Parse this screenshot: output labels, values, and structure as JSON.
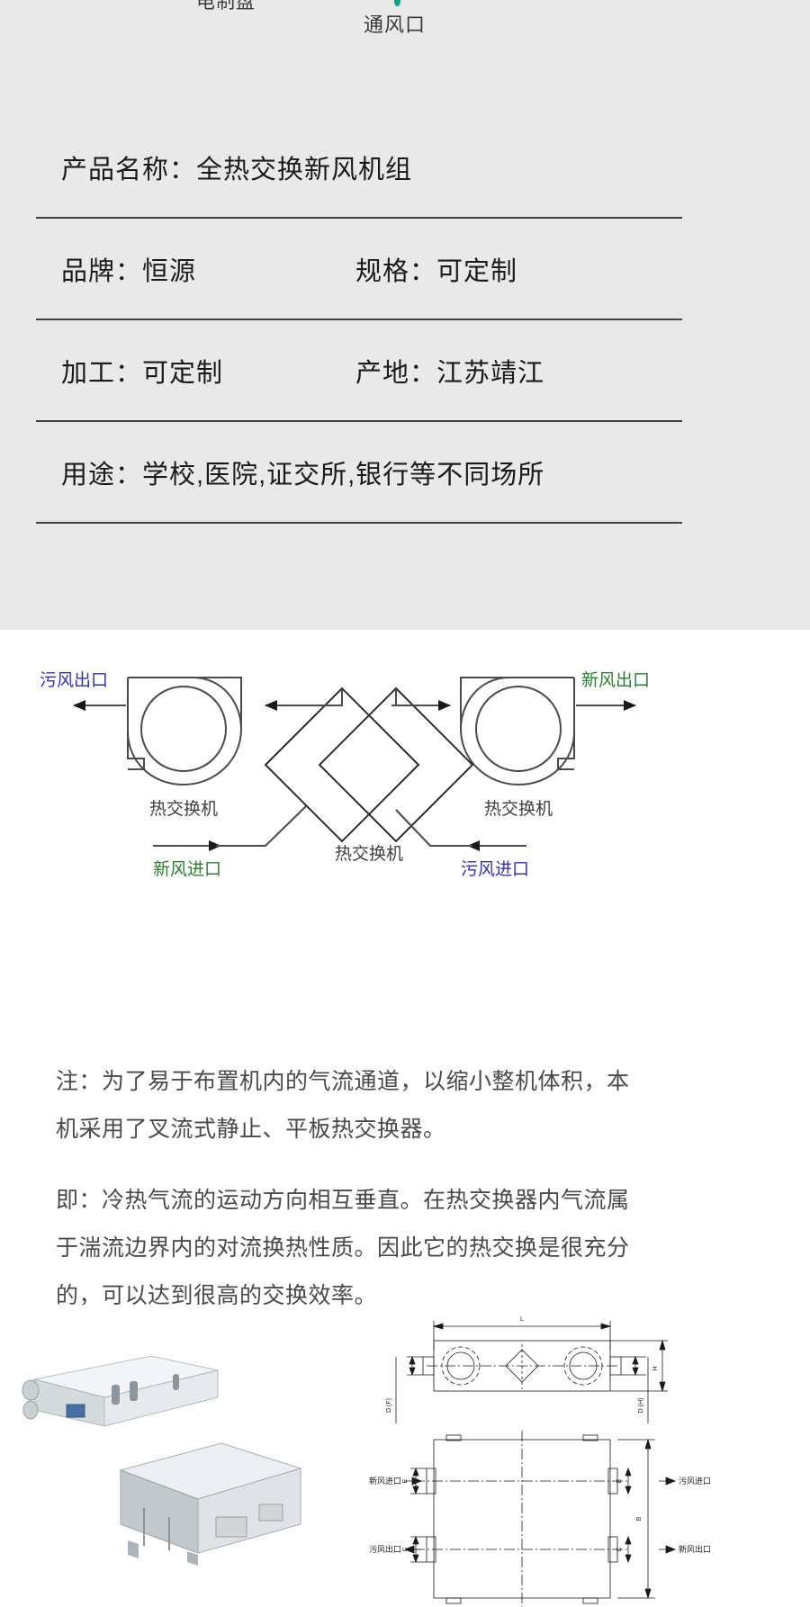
{
  "top": {
    "clipped_label": "电制盘",
    "vent_label": "通风口",
    "vent_dot_color": "#10a37f"
  },
  "spec": {
    "rows": [
      {
        "left_label": "产品名称：",
        "left_value": "全热交换新风机组",
        "right_label": "",
        "right_value": "",
        "full": true
      },
      {
        "left_label": "品牌：",
        "left_value": "恒源",
        "right_label": "规格：",
        "right_value": "可定制",
        "full": false
      },
      {
        "left_label": "加工：",
        "left_value": "可定制",
        "right_label": "产地：",
        "right_value": "江苏靖江",
        "full": false
      },
      {
        "left_label": "用途：",
        "left_value": "学校,医院,证交所,银行等不同场所",
        "right_label": "",
        "right_value": "",
        "full": true
      }
    ]
  },
  "flow_diagram": {
    "labels": {
      "exhaust_outlet": "污风出口",
      "fresh_outlet": "新风出口",
      "fresh_inlet": "新风进口",
      "exhaust_inlet": "污风进口",
      "exchanger_left": "热交换机",
      "exchanger_right": "热交换机",
      "exchanger_center": "热交换机"
    },
    "colors": {
      "exhaust": "#3333aa",
      "fresh": "#2e7d32",
      "neutral": "#555555",
      "line": "#2b2b2b"
    }
  },
  "notes": {
    "paragraphs": [
      "注：为了易于布置机内的气流通道，以缩小整机体积，本机采用了叉流式静止、平板热交换器。",
      "即：冷热气流的运动方向相互垂直。在热交换器内气流属于湍流边界内的对流换热性质。因此它的热交换是很充分的，可以达到很高的交换效率。"
    ]
  },
  "tech_drawing": {
    "dimensions": {
      "length": "L",
      "height": "H",
      "breadth": "B",
      "duct_f": "D (F)",
      "duct_h": "D (H)",
      "e_mark": "E",
      "c_mark": "C"
    },
    "port_labels": {
      "fresh_inlet": "新风进口",
      "exhaust_inlet": "污风进口",
      "exhaust_outlet": "污风出口",
      "fresh_outlet": "新风出口"
    }
  }
}
